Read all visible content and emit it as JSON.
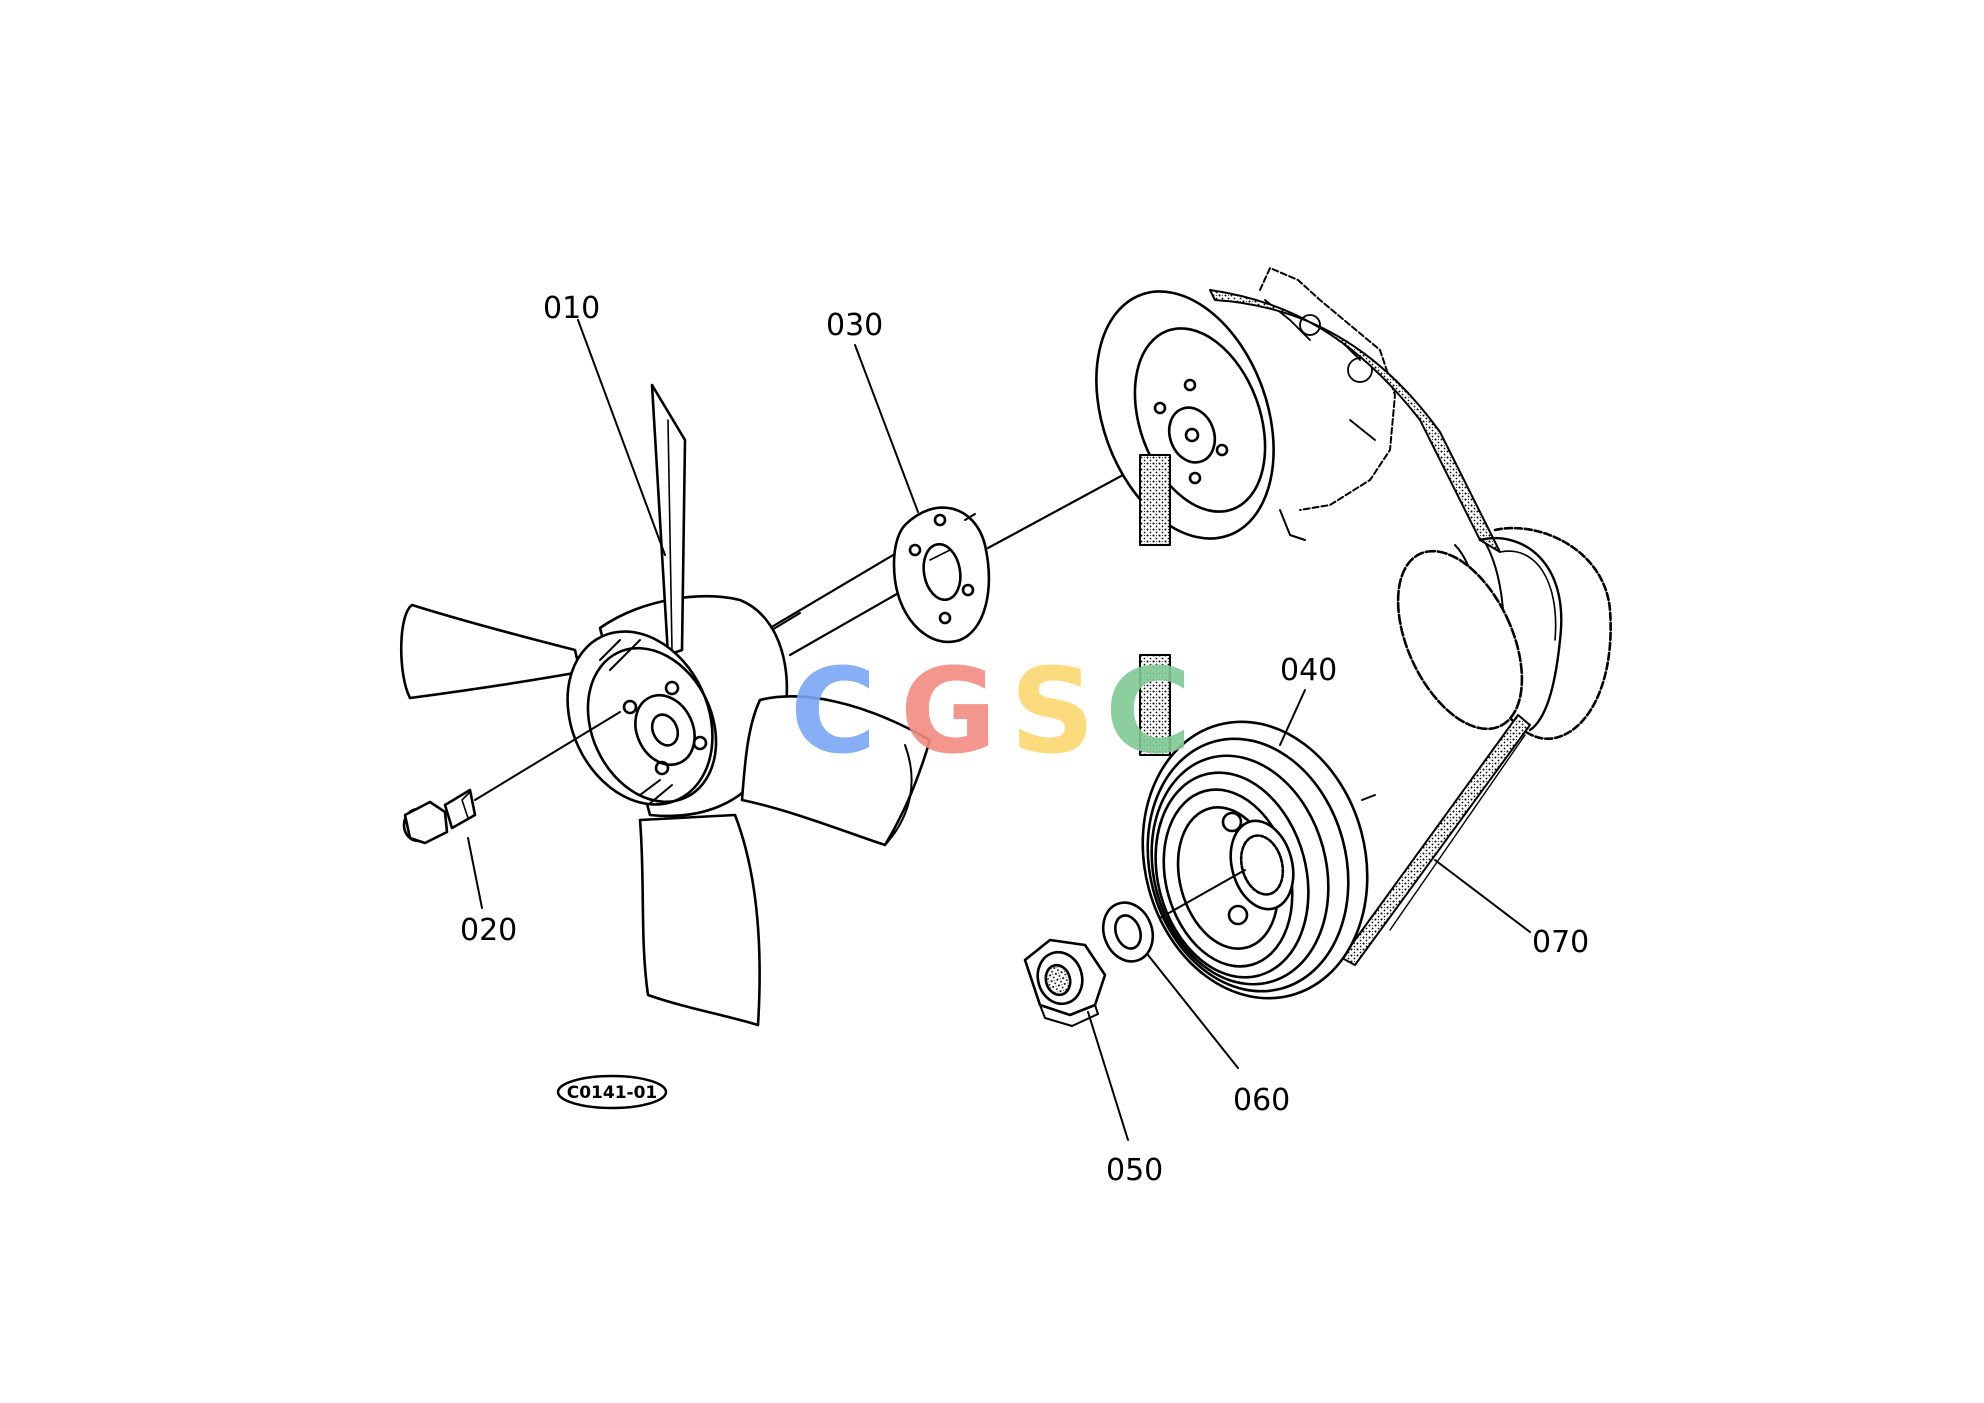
{
  "diagram": {
    "figure_code": "C0141-01",
    "callouts": [
      {
        "id": "010",
        "label": "010"
      },
      {
        "id": "020",
        "label": "020"
      },
      {
        "id": "030",
        "label": "030"
      },
      {
        "id": "040",
        "label": "040"
      },
      {
        "id": "050",
        "label": "050"
      },
      {
        "id": "060",
        "label": "060"
      },
      {
        "id": "070",
        "label": "070"
      }
    ]
  },
  "watermark": {
    "letters": [
      "C",
      "G",
      "S",
      "C"
    ],
    "colors": [
      "#7aa7f5",
      "#f28b82",
      "#fbd871",
      "#81c995"
    ]
  },
  "colors": {
    "line": "#000000",
    "background": "#ffffff"
  }
}
